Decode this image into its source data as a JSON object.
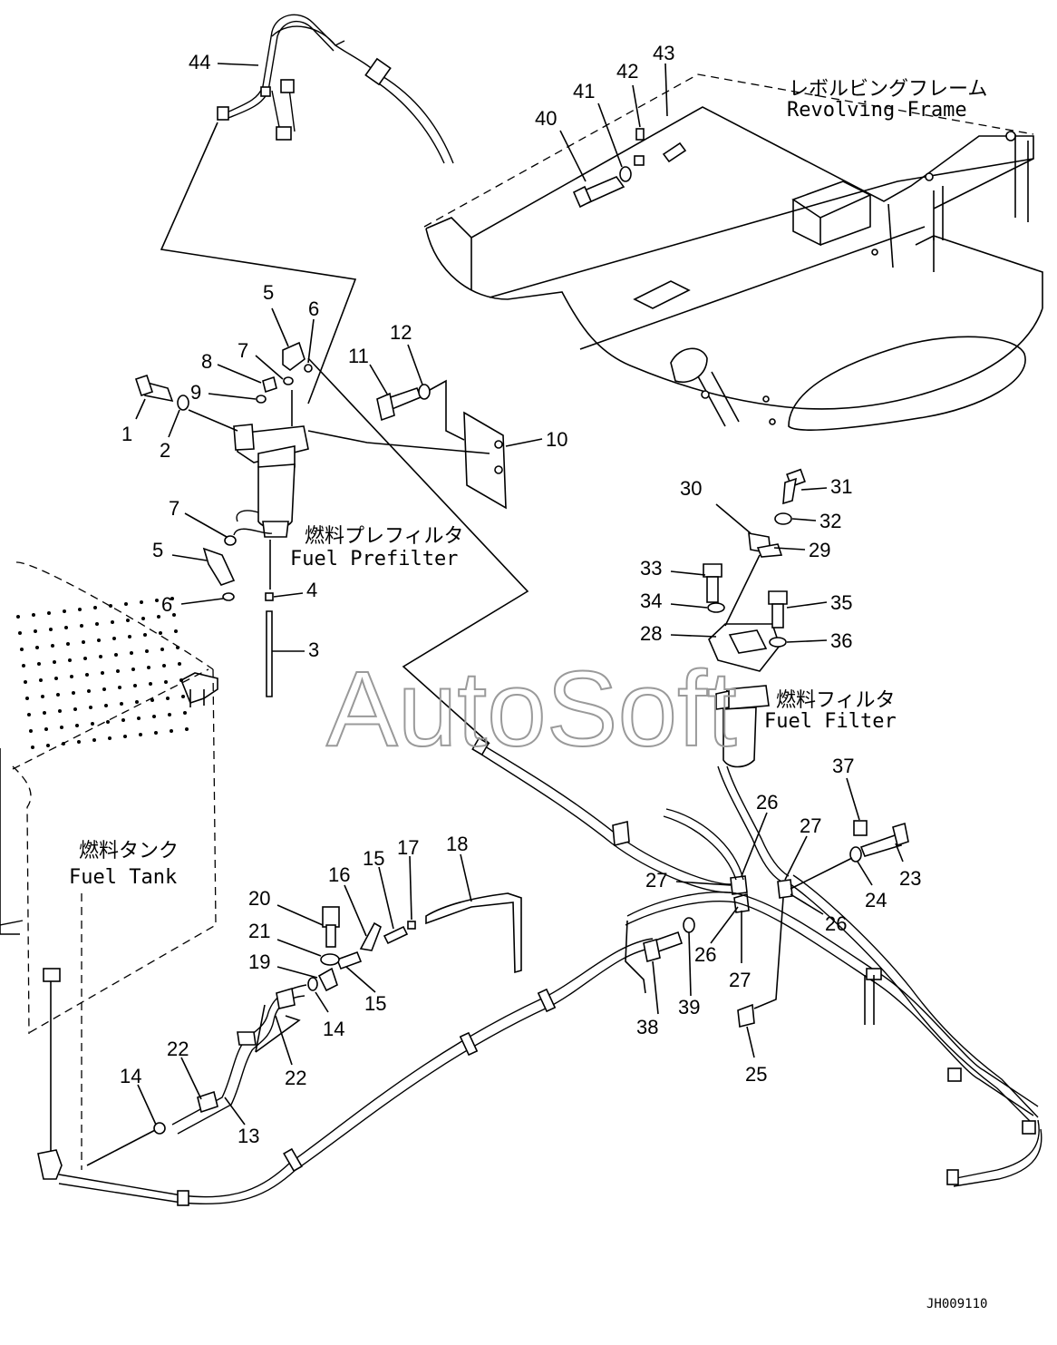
{
  "labels": {
    "revolving_frame_jp": "レボルビングフレーム",
    "revolving_frame_en": "Revolving Frame",
    "prefilter_jp": "燃料プレフィルタ",
    "prefilter_en": "Fuel Prefilter",
    "filter_jp": "燃料フィルタ",
    "filter_en": "Fuel Filter",
    "tank_jp": "燃料タンク",
    "tank_en": "Fuel Tank"
  },
  "watermark": "AutoSoft",
  "drawing_code": "JH009110",
  "callouts": [
    {
      "id": "c44",
      "text": "44"
    },
    {
      "id": "c43",
      "text": "43"
    },
    {
      "id": "c42",
      "text": "42"
    },
    {
      "id": "c41",
      "text": "41"
    },
    {
      "id": "c40",
      "text": "40"
    },
    {
      "id": "c5a",
      "text": "5"
    },
    {
      "id": "c6a",
      "text": "6"
    },
    {
      "id": "c7a",
      "text": "7"
    },
    {
      "id": "c8",
      "text": "8"
    },
    {
      "id": "c9",
      "text": "9"
    },
    {
      "id": "c1",
      "text": "1"
    },
    {
      "id": "c2",
      "text": "2"
    },
    {
      "id": "c11",
      "text": "11"
    },
    {
      "id": "c12",
      "text": "12"
    },
    {
      "id": "c10",
      "text": "10"
    },
    {
      "id": "c7b",
      "text": "7"
    },
    {
      "id": "c5b",
      "text": "5"
    },
    {
      "id": "c6b",
      "text": "6"
    },
    {
      "id": "c4",
      "text": "4"
    },
    {
      "id": "c3",
      "text": "3"
    },
    {
      "id": "c30",
      "text": "30"
    },
    {
      "id": "c31",
      "text": "31"
    },
    {
      "id": "c32",
      "text": "32"
    },
    {
      "id": "c29",
      "text": "29"
    },
    {
      "id": "c33",
      "text": "33"
    },
    {
      "id": "c34",
      "text": "34"
    },
    {
      "id": "c35",
      "text": "35"
    },
    {
      "id": "c28",
      "text": "28"
    },
    {
      "id": "c36",
      "text": "36"
    },
    {
      "id": "c37",
      "text": "37"
    },
    {
      "id": "c26a",
      "text": "26"
    },
    {
      "id": "c27a",
      "text": "27"
    },
    {
      "id": "c23",
      "text": "23"
    },
    {
      "id": "c27b",
      "text": "27"
    },
    {
      "id": "c24",
      "text": "24"
    },
    {
      "id": "c26b",
      "text": "26"
    },
    {
      "id": "c26c",
      "text": "26"
    },
    {
      "id": "c27c",
      "text": "27"
    },
    {
      "id": "c38",
      "text": "38"
    },
    {
      "id": "c39",
      "text": "39"
    },
    {
      "id": "c25",
      "text": "25"
    },
    {
      "id": "c18",
      "text": "18"
    },
    {
      "id": "c17",
      "text": "17"
    },
    {
      "id": "c15a",
      "text": "15"
    },
    {
      "id": "c16",
      "text": "16"
    },
    {
      "id": "c20",
      "text": "20"
    },
    {
      "id": "c21",
      "text": "21"
    },
    {
      "id": "c19",
      "text": "19"
    },
    {
      "id": "c15b",
      "text": "15"
    },
    {
      "id": "c14a",
      "text": "14"
    },
    {
      "id": "c22a",
      "text": "22"
    },
    {
      "id": "c22b",
      "text": "22"
    },
    {
      "id": "c14b",
      "text": "14"
    },
    {
      "id": "c13",
      "text": "13"
    }
  ]
}
